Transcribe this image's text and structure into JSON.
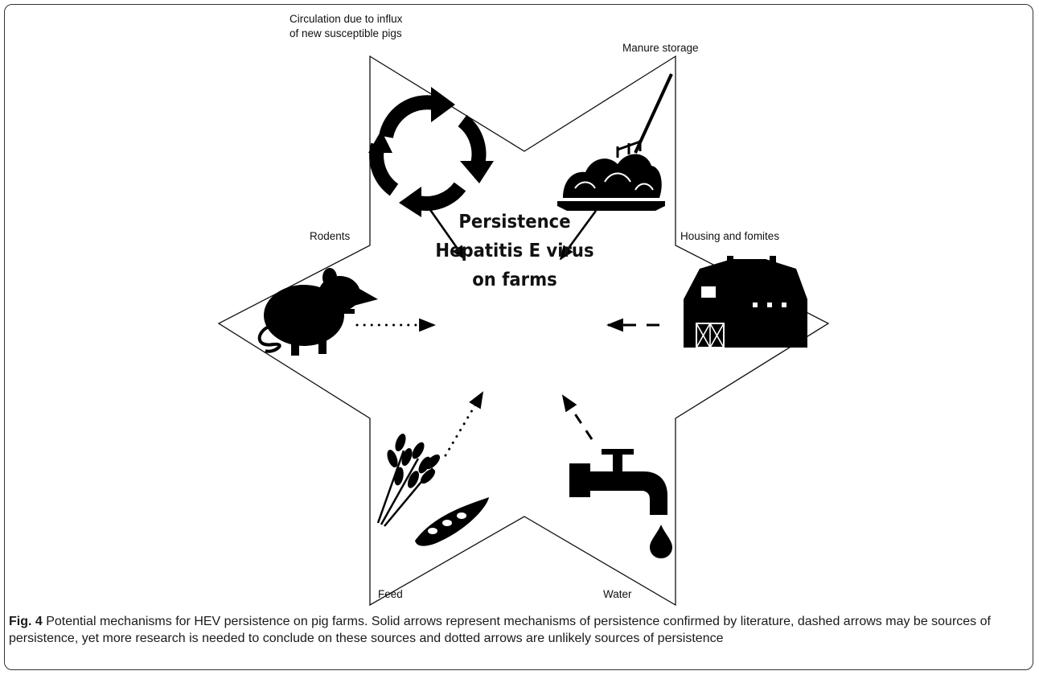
{
  "center_text": {
    "line1": "Persistence",
    "line2": "Hepatitis E virus",
    "line3": "on farms"
  },
  "labels": {
    "circulation_line1": "Circulation due to influx",
    "circulation_line2": "of new susceptible pigs",
    "manure": "Manure storage",
    "housing": "Housing and fomites",
    "rodents": "Rodents",
    "feed": "Feed",
    "water": "Water"
  },
  "caption": {
    "figure_label": "Fig. 4",
    "text": "Potential mechanisms for HEV persistence on pig farms. Solid arrows represent mechanisms of persistence confirmed by literature, dashed arrows may be sources of persistence, yet more research is needed to conclude on these sources and dotted arrows are unlikely sources of persistence"
  },
  "icons": [
    "circulation-cycle-icon",
    "manure-pile-icon",
    "barn-icon",
    "rat-icon",
    "wheat-icon",
    "pea-pod-icon",
    "faucet-icon"
  ]
}
